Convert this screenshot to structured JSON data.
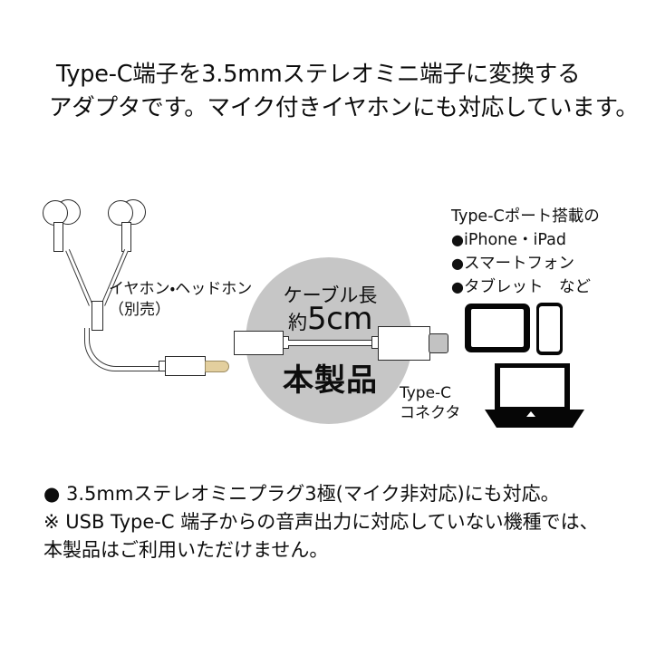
{
  "headline": {
    "line1": "Type-C端子を3.5mmステレオミニ端子に変換する",
    "line2": "アダプタです。マイク付きイヤホンにも対応しています。"
  },
  "diagram": {
    "earphone_label": {
      "line1": "イヤホン・ヘッドホン",
      "line2": "（別売）"
    },
    "product_callout": {
      "cable_length_label": "ケーブル長",
      "cable_length_prefix": "約",
      "cable_length_value": "5cm",
      "product_name": "本製品"
    },
    "connector_label": "Type-C\nコネクタ",
    "devices": {
      "heading": "Type-Cポート搭載の",
      "bullet": "●",
      "items": [
        "iPhone・iPad",
        "スマートフォン",
        "タブレット　など"
      ]
    },
    "icons": {
      "earbud": "earbud-icon",
      "plug35": "stereo-mini-plug-icon",
      "typec": "usb-type-c-plug-icon",
      "tablet": "tablet-icon",
      "phone": "smartphone-icon",
      "laptop": "laptop-icon"
    },
    "colors": {
      "disc": "#c6c6c6",
      "plug_tip": "#e3cf9e",
      "typec_tip": "#c2c2c2",
      "silhouette": "#060606"
    }
  },
  "notes": {
    "line1": "● 3.5mmステレオミニプラグ3極(マイク非対応)にも対応。",
    "line2": "※ USB Type-C 端子からの音声出力に対応していない機種では、",
    "line3": "本製品はご利用いただけません。"
  }
}
